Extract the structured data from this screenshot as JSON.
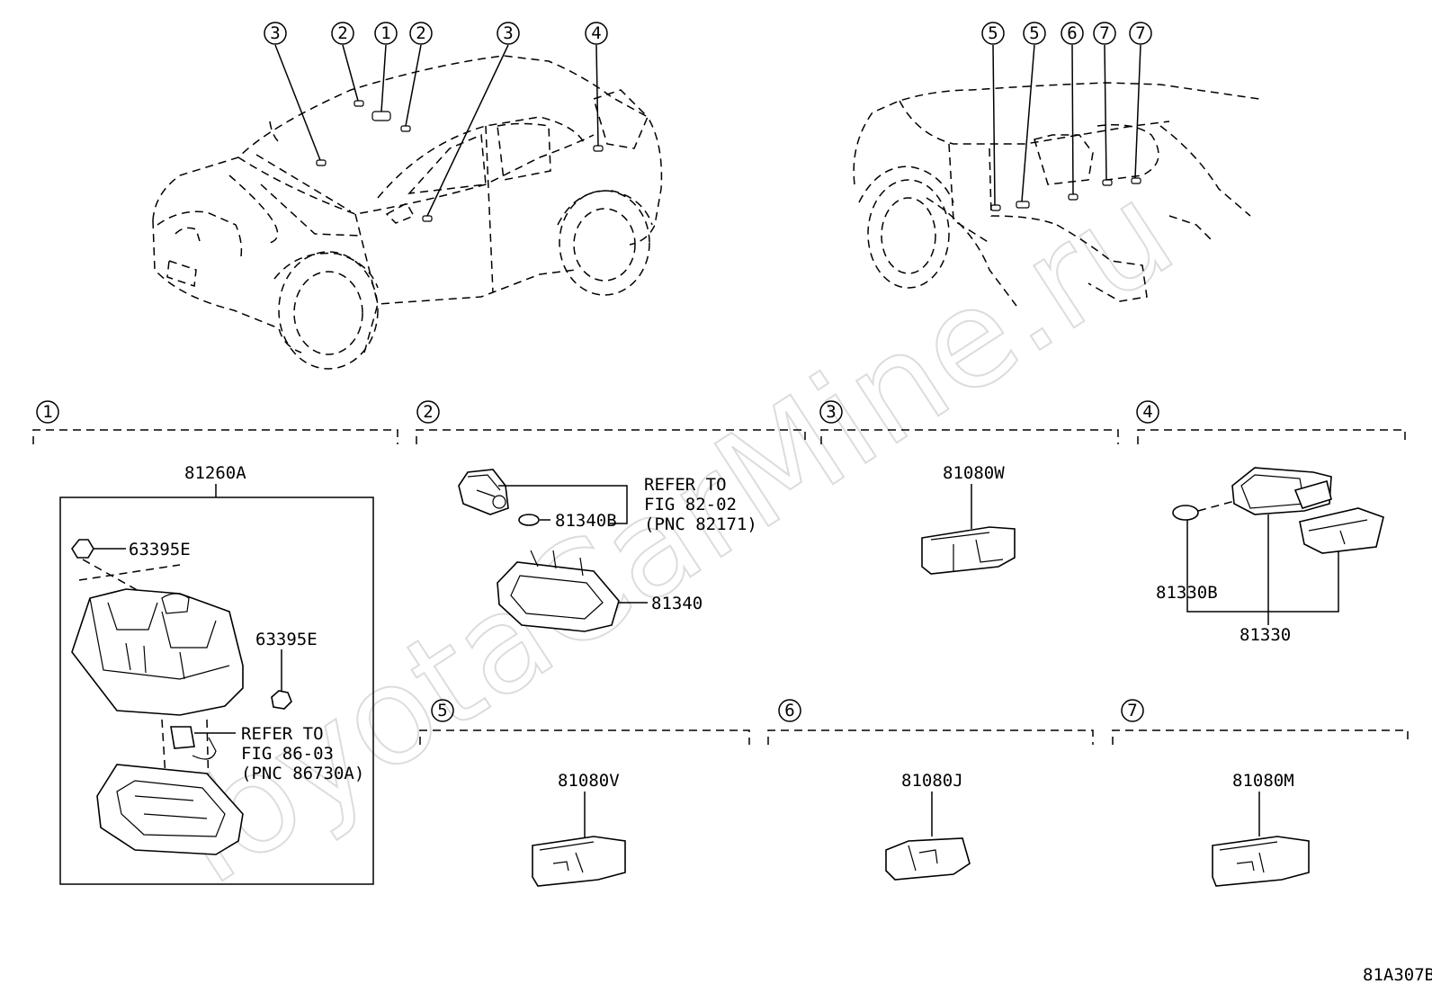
{
  "watermark": "ToyotaCarMine.ru",
  "figure_code": "81A307B",
  "overview_callouts_exterior": [
    "3",
    "2",
    "1",
    "2",
    "3",
    "4"
  ],
  "overview_callouts_interior": [
    "5",
    "5",
    "6",
    "7",
    "7"
  ],
  "sections": [
    {
      "index": "1",
      "parts": [
        "81260A",
        "63395E",
        "63395E"
      ],
      "refer": [
        "REFER TO",
        "FIG 86-03",
        "(PNC 86730A)"
      ]
    },
    {
      "index": "2",
      "parts": [
        "81340B",
        "81340"
      ],
      "refer": [
        "REFER TO",
        "FIG 82-02",
        "(PNC 82171)"
      ]
    },
    {
      "index": "3",
      "parts": [
        "81080W"
      ]
    },
    {
      "index": "4",
      "parts": [
        "81330B",
        "81330"
      ]
    },
    {
      "index": "5",
      "parts": [
        "81080V"
      ]
    },
    {
      "index": "6",
      "parts": [
        "81080J"
      ]
    },
    {
      "index": "7",
      "parts": [
        "81080M"
      ]
    }
  ]
}
